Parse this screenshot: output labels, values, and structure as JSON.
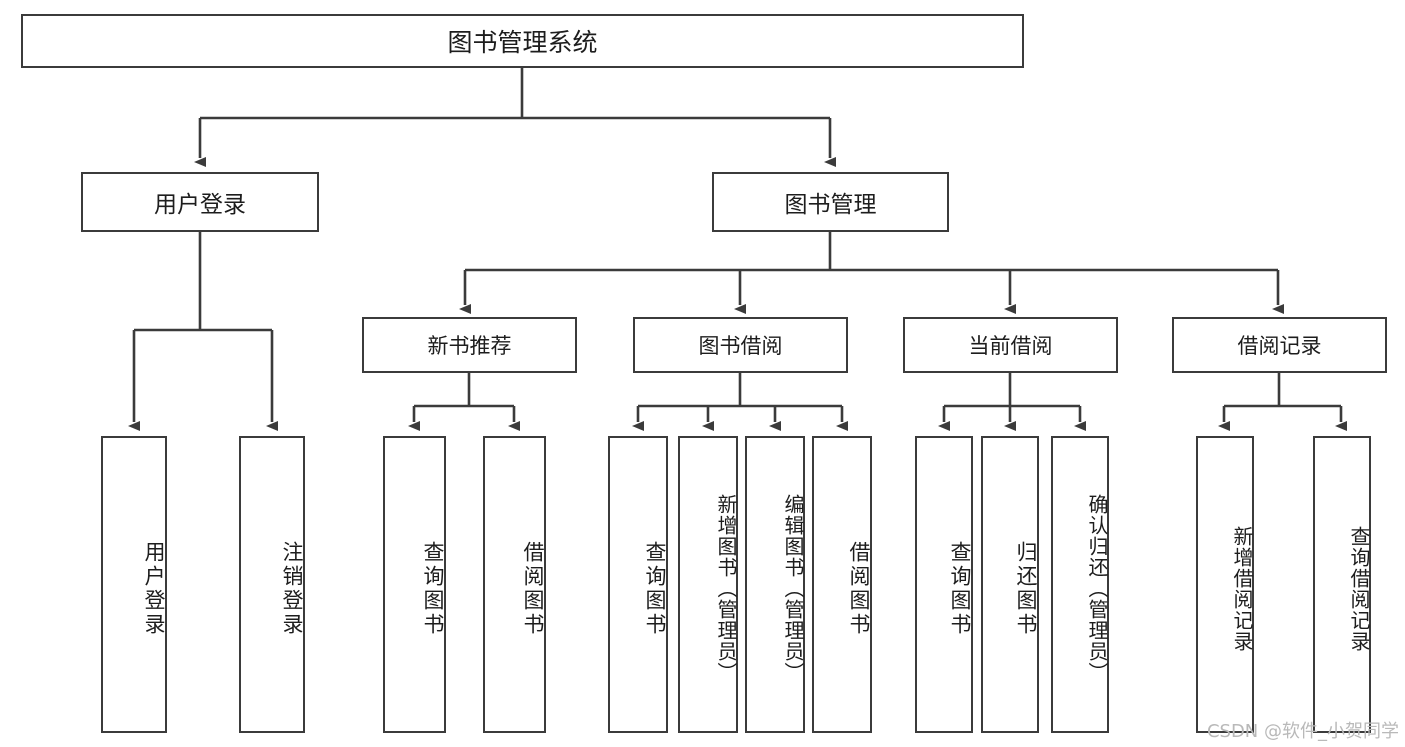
{
  "diagram": {
    "title": "图书管理系统",
    "type": "hierarchy-tree",
    "watermark": "CSDN @软件_小贺同学",
    "colors": {
      "stroke": "#3b3b3b",
      "fill": "#ffffff",
      "text": "#1d1d1d",
      "watermark": "#b9b9b9"
    },
    "nodes": {
      "root": {
        "label": "图书管理系统"
      },
      "level1": [
        {
          "label": "用户登录"
        },
        {
          "label": "图书管理"
        }
      ],
      "level2": [
        {
          "label": "新书推荐"
        },
        {
          "label": "图书借阅"
        },
        {
          "label": "当前借阅"
        },
        {
          "label": "借阅记录"
        }
      ],
      "leaves": {
        "user_login": [
          {
            "label": "用户登录"
          },
          {
            "label": "注销登录"
          }
        ],
        "new_book": [
          {
            "label": "查询图书"
          },
          {
            "label": "借阅图书"
          }
        ],
        "book_borrow": [
          {
            "label": "查询图书"
          },
          {
            "label": "新增图书（管理员）"
          },
          {
            "label": "编辑图书（管理员）"
          },
          {
            "label": "借阅图书"
          }
        ],
        "current_borrow": [
          {
            "label": "查询图书"
          },
          {
            "label": "归还图书"
          },
          {
            "label": "确认归还（管理员）"
          }
        ],
        "borrow_record": [
          {
            "label": "新增借阅记录"
          },
          {
            "label": "查询借阅记录"
          }
        ]
      }
    }
  }
}
